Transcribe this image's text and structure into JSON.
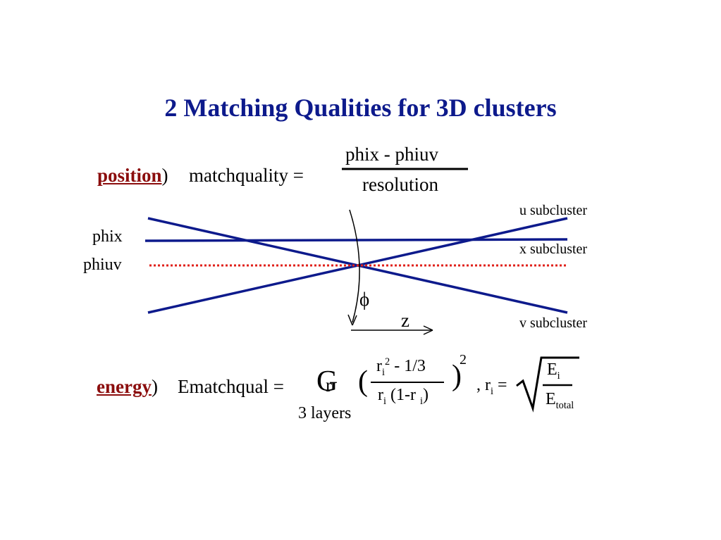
{
  "title": "2 Matching Qualities for 3D clusters",
  "position_formula": {
    "keyword": "position",
    "after_keyword": ")",
    "lhs": "matchquality =",
    "numerator": "phix - phiuv",
    "denominator": "resolution"
  },
  "diagram": {
    "labels": {
      "phix": "phix",
      "phiuv": "phiuv",
      "u": "u subcluster",
      "x": "x subcluster",
      "v": "v subcluster",
      "phi": "ϕ",
      "z": "z"
    },
    "colors": {
      "lines": "#0d1a8c",
      "dotted": "#e0201a"
    }
  },
  "energy_formula": {
    "keyword": "energy",
    "after_keyword": ")",
    "lhs": "Ematchqual =",
    "sum_symbol": "G",
    "sum_index": "r",
    "sum_under": "3 layers",
    "open_paren": "(",
    "close_paren": ")",
    "num_r": "r",
    "num_sub": "i",
    "num_sup": "2",
    "num_rest": " - 1/3",
    "den_r": "r",
    "den_sub": "i",
    "den_mid": " (1-r ",
    "den_sub2": "i",
    "den_end": ")",
    "power": "2",
    "comma": ", r",
    "r_sub": "i",
    "equals": " =",
    "root_num_E": "E",
    "root_num_sub": "i",
    "root_den_E": "E",
    "root_den_sub": "total"
  }
}
